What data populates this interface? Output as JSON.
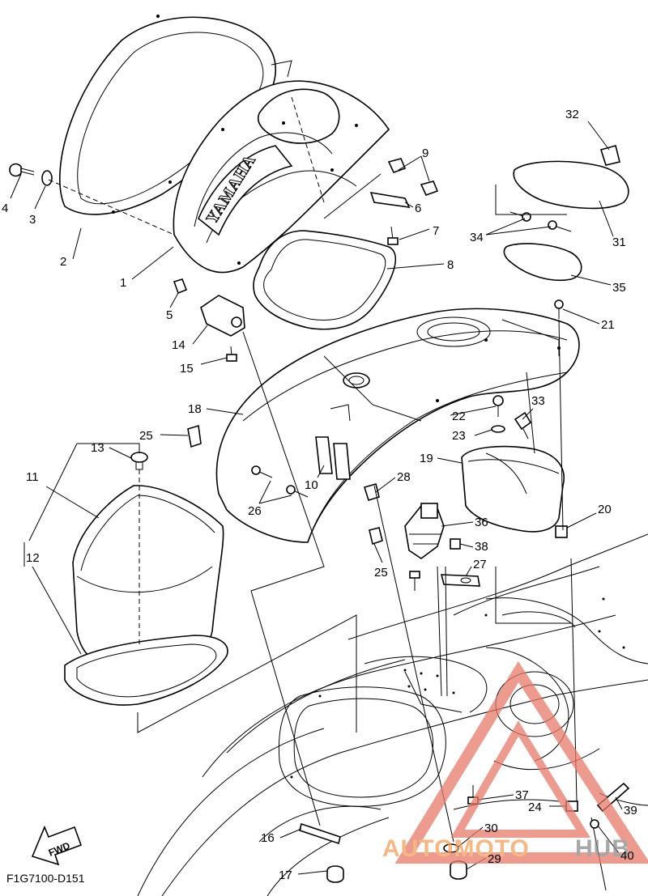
{
  "diagram": {
    "code": "F1G7100-D151",
    "brand_text": "YAMAHA",
    "fwd_label": "FWD",
    "watermark": {
      "part1": "AUTOMOTO",
      "part2": "HUB",
      "color": "#f2a15c"
    },
    "callouts": [
      "1",
      "2",
      "3",
      "4",
      "5",
      "6",
      "7",
      "8",
      "9",
      "10",
      "11",
      "12",
      "13",
      "14",
      "15",
      "16",
      "17",
      "18",
      "19",
      "20",
      "21",
      "22",
      "23",
      "24",
      "25",
      "25",
      "26",
      "27",
      "28",
      "29",
      "30",
      "31",
      "32",
      "33",
      "34",
      "35",
      "36",
      "37",
      "38",
      "39",
      "40"
    ]
  }
}
